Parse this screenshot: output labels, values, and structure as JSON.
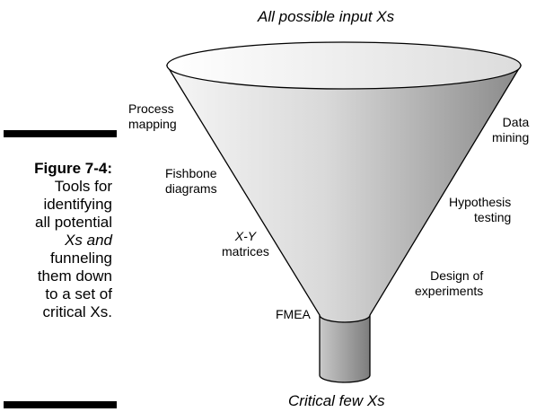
{
  "diagram": {
    "top_label": "All possible input Xs",
    "bottom_label": "Critical few Xs",
    "left_tools": [
      [
        "Process",
        "mapping"
      ],
      [
        "Fishbone",
        "diagrams"
      ],
      [
        "X-Y",
        "matrices"
      ],
      [
        "FMEA"
      ]
    ],
    "right_tools": [
      [
        "Data",
        "mining"
      ],
      [
        "Hypothesis",
        "testing"
      ],
      [
        "Design of",
        "experiments"
      ]
    ]
  },
  "caption": {
    "label": "Figure 7-4:",
    "lines": [
      "Tools for",
      "identifying",
      "all potential",
      "Xs and",
      "funneling",
      "them down",
      "to a set of",
      "critical Xs."
    ]
  },
  "colors": {
    "funnel_light": "#f4f4f4",
    "funnel_dark": "#8a8a8a",
    "rule": "#000000"
  }
}
